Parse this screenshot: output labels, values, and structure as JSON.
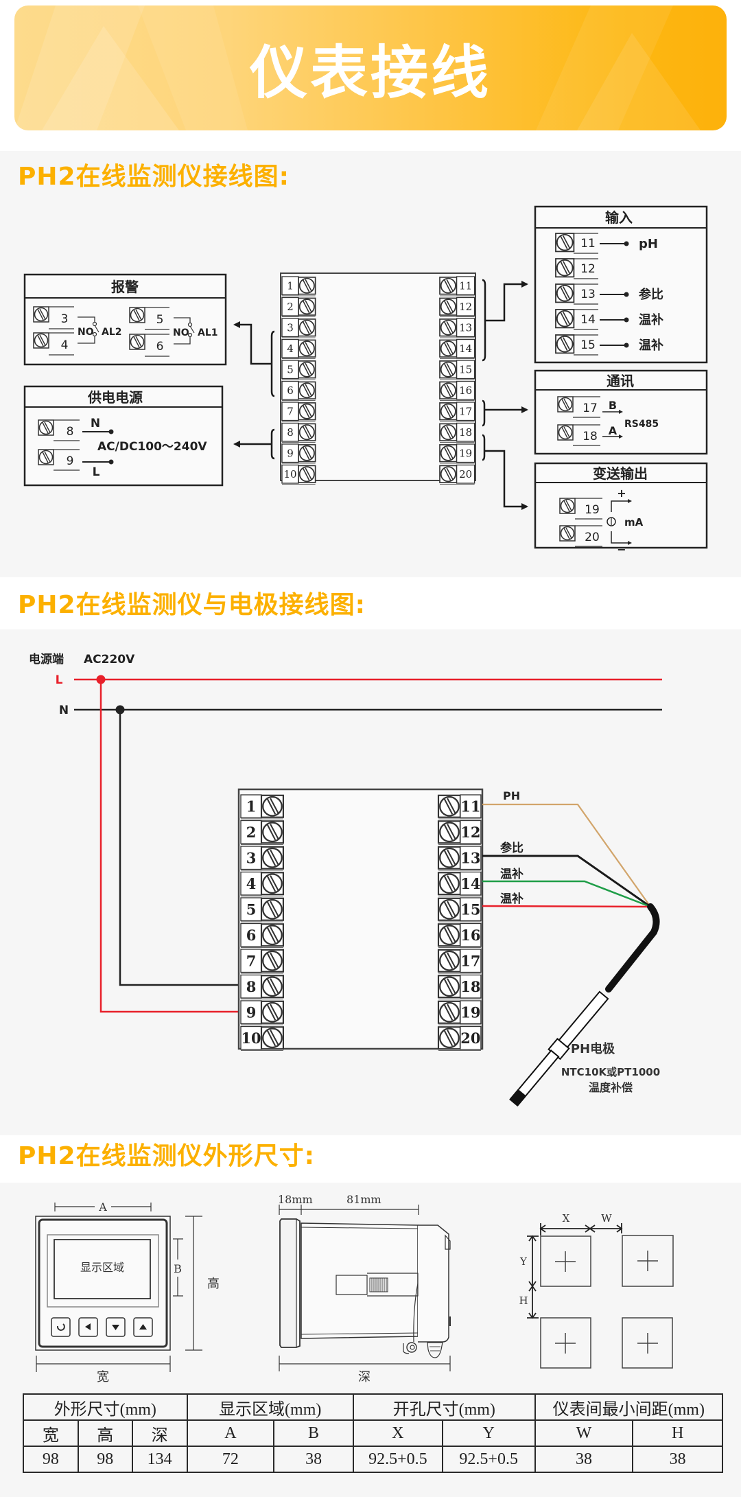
{
  "banner": {
    "title": "仪表接线"
  },
  "sections": {
    "wiring": {
      "heading": "PH2在线监测仪接线图:"
    },
    "electrode": {
      "heading": "PH2在线监测仪与电极接线图:"
    },
    "dimensions": {
      "heading": "PH2在线监测仪外形尺寸:"
    }
  },
  "colors": {
    "accent": "#fcb000",
    "red_wire": "#e8202a",
    "green_wire": "#1f9e48",
    "tan_wire": "#d2a56b",
    "black_wire": "#1a1a1a"
  },
  "wiring": {
    "left_terminals": [
      "1",
      "2",
      "3",
      "4",
      "5",
      "6",
      "7",
      "8",
      "9",
      "10"
    ],
    "right_terminals": [
      "11",
      "12",
      "13",
      "14",
      "15",
      "16",
      "17",
      "18",
      "19",
      "20"
    ],
    "alarm": {
      "title": "报警",
      "pins": [
        "3",
        "4",
        "5",
        "6"
      ],
      "no": "NO",
      "al2": "AL2",
      "al1": "AL1"
    },
    "power": {
      "title": "供电电源",
      "pins": [
        "8",
        "9"
      ],
      "n": "N",
      "l": "L",
      "range": "AC/DC100～240V"
    },
    "input": {
      "title": "输入",
      "pins": [
        "11",
        "12",
        "13",
        "14",
        "15"
      ],
      "labels": [
        "pH",
        "",
        "参比",
        "温补",
        "温补"
      ]
    },
    "comm": {
      "title": "通讯",
      "pins": [
        "17",
        "18"
      ],
      "b": "B",
      "a": "A",
      "protocol": "RS485"
    },
    "output": {
      "title": "变送输出",
      "pins": [
        "19",
        "20"
      ],
      "plus": "+",
      "minus": "−",
      "unit": "mA"
    }
  },
  "electrode": {
    "power_label": "电源端",
    "power_voltage": "AC220V",
    "line_l": "L",
    "line_n": "N",
    "left_terminals": [
      "1",
      "2",
      "3",
      "4",
      "5",
      "6",
      "7",
      "8",
      "9",
      "10"
    ],
    "right_terminals": [
      "11",
      "12",
      "13",
      "14",
      "15",
      "16",
      "17",
      "18",
      "19",
      "20"
    ],
    "wire_labels": {
      "ph": "PH",
      "ref": "参比",
      "temp1": "温补",
      "temp2": "温补"
    },
    "probe_title": "PH电极",
    "probe_sensor": "NTC10K或PT1000",
    "probe_comp": "温度补偿"
  },
  "dimensions": {
    "front": {
      "a": "A",
      "b": "B",
      "display": "显示区域",
      "height": "高",
      "width": "宽"
    },
    "side": {
      "bezel": "18mm",
      "body": "81mm",
      "depth": "深"
    },
    "cutout": {
      "x": "X",
      "w": "W",
      "y": "Y",
      "h": "H"
    },
    "table": {
      "groups": [
        "外形尺寸(mm)",
        "显示区域(mm)",
        "开孔尺寸(mm)",
        "仪表间最小间距(mm)"
      ],
      "headers": [
        "宽",
        "高",
        "深",
        "A",
        "B",
        "X",
        "Y",
        "W",
        "H"
      ],
      "values": [
        "98",
        "98",
        "134",
        "72",
        "38",
        "92.5+0.5",
        "92.5+0.5",
        "38",
        "38"
      ]
    }
  }
}
